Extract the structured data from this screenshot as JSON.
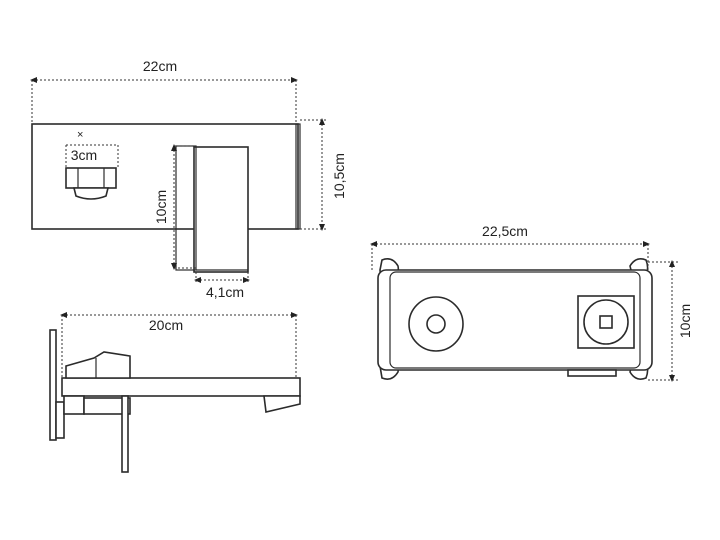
{
  "dimensions": {
    "front_width": "22cm",
    "front_height": "10,5cm",
    "spout_opening_width": "3cm",
    "spout_height": "10cm",
    "spout_depth": "4,1cm",
    "side_length": "20cm",
    "box_width": "22,5cm",
    "box_height": "10cm"
  },
  "colors": {
    "line": "#2b2b2b",
    "background": "#ffffff"
  }
}
